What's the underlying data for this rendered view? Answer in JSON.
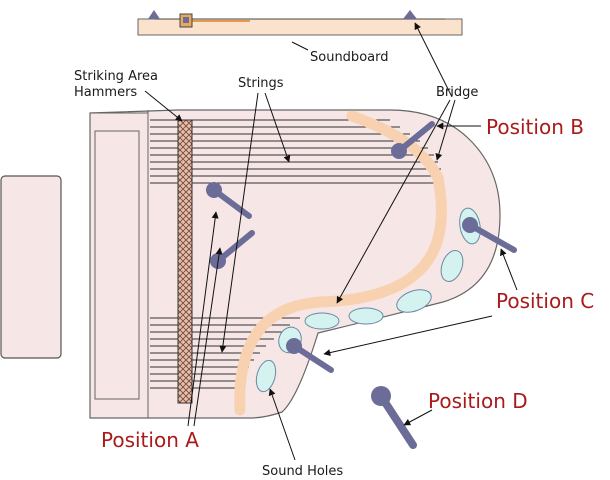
{
  "labels": {
    "soundboard": "Soundboard",
    "striking_area": "Striking Area",
    "hammers": "Hammers",
    "strings": "Strings",
    "bridge": "Bridge",
    "sound_holes": "Sound Holes",
    "position_a": "Position A",
    "position_b": "Position B",
    "position_c": "Position C",
    "position_d": "Position D"
  },
  "colors": {
    "piano_body": "#f6e6e6",
    "soundboard_bar": "#fbe2cc",
    "bridge_curve": "#f8d2b0",
    "sound_hole": "#d4f2f0",
    "microphone": "#6c6c98",
    "position_label": "#aa1a1a",
    "hammer_strip": "#e0b4a0",
    "bench": "#f6e6e6"
  }
}
